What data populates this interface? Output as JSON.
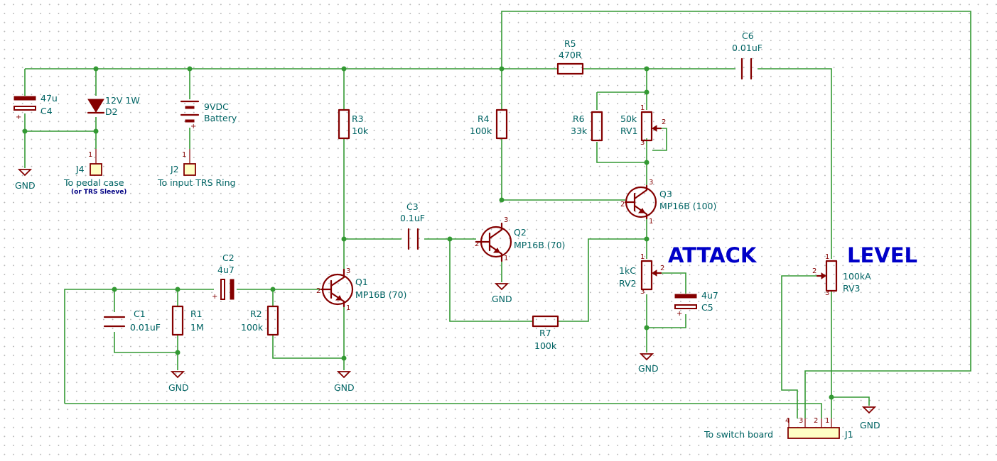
{
  "headings": {
    "attack": "ATTACK",
    "level": "LEVEL"
  },
  "ground_label": "GND",
  "components": {
    "C4": {
      "ref": "C4",
      "value": "47u"
    },
    "D2": {
      "ref": "D2",
      "value": "12V 1W"
    },
    "BT": {
      "value1": "9VDC",
      "value2": "Battery"
    },
    "J4": {
      "ref": "J4",
      "desc": "To pedal case",
      "note": "(or TRS Sleeve)"
    },
    "J2": {
      "ref": "J2",
      "desc": "To input TRS Ring"
    },
    "R3": {
      "ref": "R3",
      "value": "10k"
    },
    "R4": {
      "ref": "R4",
      "value": "100k"
    },
    "R5": {
      "ref": "R5",
      "value": "470R"
    },
    "C6": {
      "ref": "C6",
      "value": "0.01uF"
    },
    "R6": {
      "ref": "R6",
      "value": "33k"
    },
    "RV1": {
      "ref": "RV1",
      "value": "50k"
    },
    "Q3": {
      "ref": "Q3",
      "value": "MP16B (100)"
    },
    "C3": {
      "ref": "C3",
      "value": "0.1uF"
    },
    "Q2": {
      "ref": "Q2",
      "value": "MP16B (70)"
    },
    "RV2": {
      "ref": "RV2",
      "value": "1kC"
    },
    "C5": {
      "ref": "C5",
      "value": "4u7"
    },
    "RV3": {
      "ref": "RV3",
      "value": "100kA"
    },
    "C2": {
      "ref": "C2",
      "value": "4u7"
    },
    "Q1": {
      "ref": "Q1",
      "value": "MP16B (70)"
    },
    "C1": {
      "ref": "C1",
      "value": "0.01uF"
    },
    "R1": {
      "ref": "R1",
      "value": "1M"
    },
    "R2": {
      "ref": "R2",
      "value": "100k"
    },
    "R7": {
      "ref": "R7",
      "value": "100k"
    },
    "J1": {
      "ref": "J1",
      "desc": "To switch board"
    }
  },
  "pins": {
    "one": "1",
    "two": "2",
    "three": "3",
    "four": "4",
    "plus": "+"
  }
}
